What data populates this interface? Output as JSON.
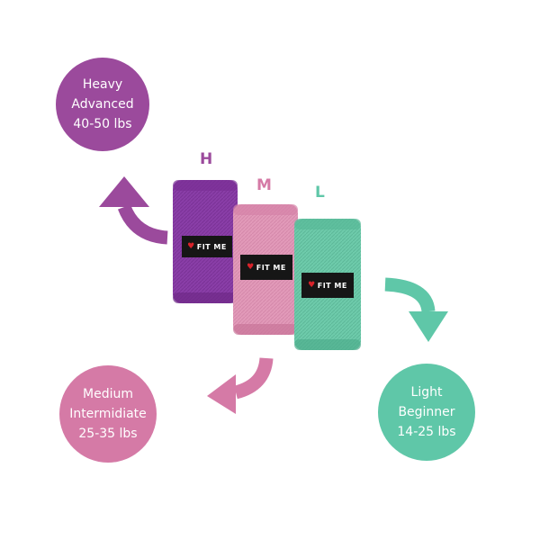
{
  "bands": [
    {
      "letter": "H",
      "lines": [
        "Heavy",
        "Advanced",
        "40-50 lbs"
      ],
      "color": "#9b4a9c",
      "band_color": "#8a3ea8",
      "brand": "FIT ME"
    },
    {
      "letter": "M",
      "lines": [
        "Medium",
        "Intermidiate",
        "25-35 lbs"
      ],
      "color": "#d57aa6",
      "band_color": "#e29ab9",
      "brand": "FIT ME"
    },
    {
      "letter": "L",
      "lines": [
        "Light",
        "Beginner",
        "14-25 lbs"
      ],
      "color": "#5fc7a8",
      "band_color": "#6ecbab",
      "brand": "FIT ME"
    }
  ],
  "icons": {
    "arrows": [
      "curved-arrow-up-left-icon",
      "curved-arrow-down-left-icon",
      "curved-arrow-down-right-icon"
    ],
    "logo_mark": "heartbeat-logo-icon"
  }
}
